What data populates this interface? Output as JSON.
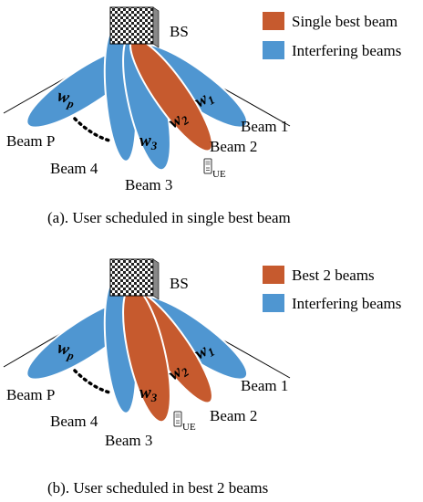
{
  "colors": {
    "best_beam": "#c65a2e",
    "interfering_beam": "#4f96d1",
    "beam_stroke": "#ffffff",
    "coverage_line": "#000000"
  },
  "panel_a": {
    "bs_label": "BS",
    "legend": {
      "best": "Single best beam",
      "interfering": "Interfering beams"
    },
    "beam_labels": {
      "beam1": "Beam 1",
      "beam2": "Beam 2",
      "beam3": "Beam 3",
      "beam4": "Beam 4",
      "beamP": "Beam P"
    },
    "weights": {
      "w1": "w1",
      "w2": "w2",
      "w3": "w3",
      "wp": "wp"
    },
    "ue_label": "UE",
    "caption": "(a). User scheduled in single best beam"
  },
  "panel_b": {
    "bs_label": "BS",
    "legend": {
      "best": "Best 2 beams",
      "interfering": "Interfering beams"
    },
    "beam_labels": {
      "beam1": "Beam 1",
      "beam2": "Beam 2",
      "beam3": "Beam 3",
      "beam4": "Beam 4",
      "beamP": "Beam P"
    },
    "weights": {
      "w1": "w1",
      "w2": "w2",
      "w3": "w3",
      "wp": "wp"
    },
    "ue_label": "UE",
    "caption": "(b). User scheduled in best 2 beams"
  }
}
